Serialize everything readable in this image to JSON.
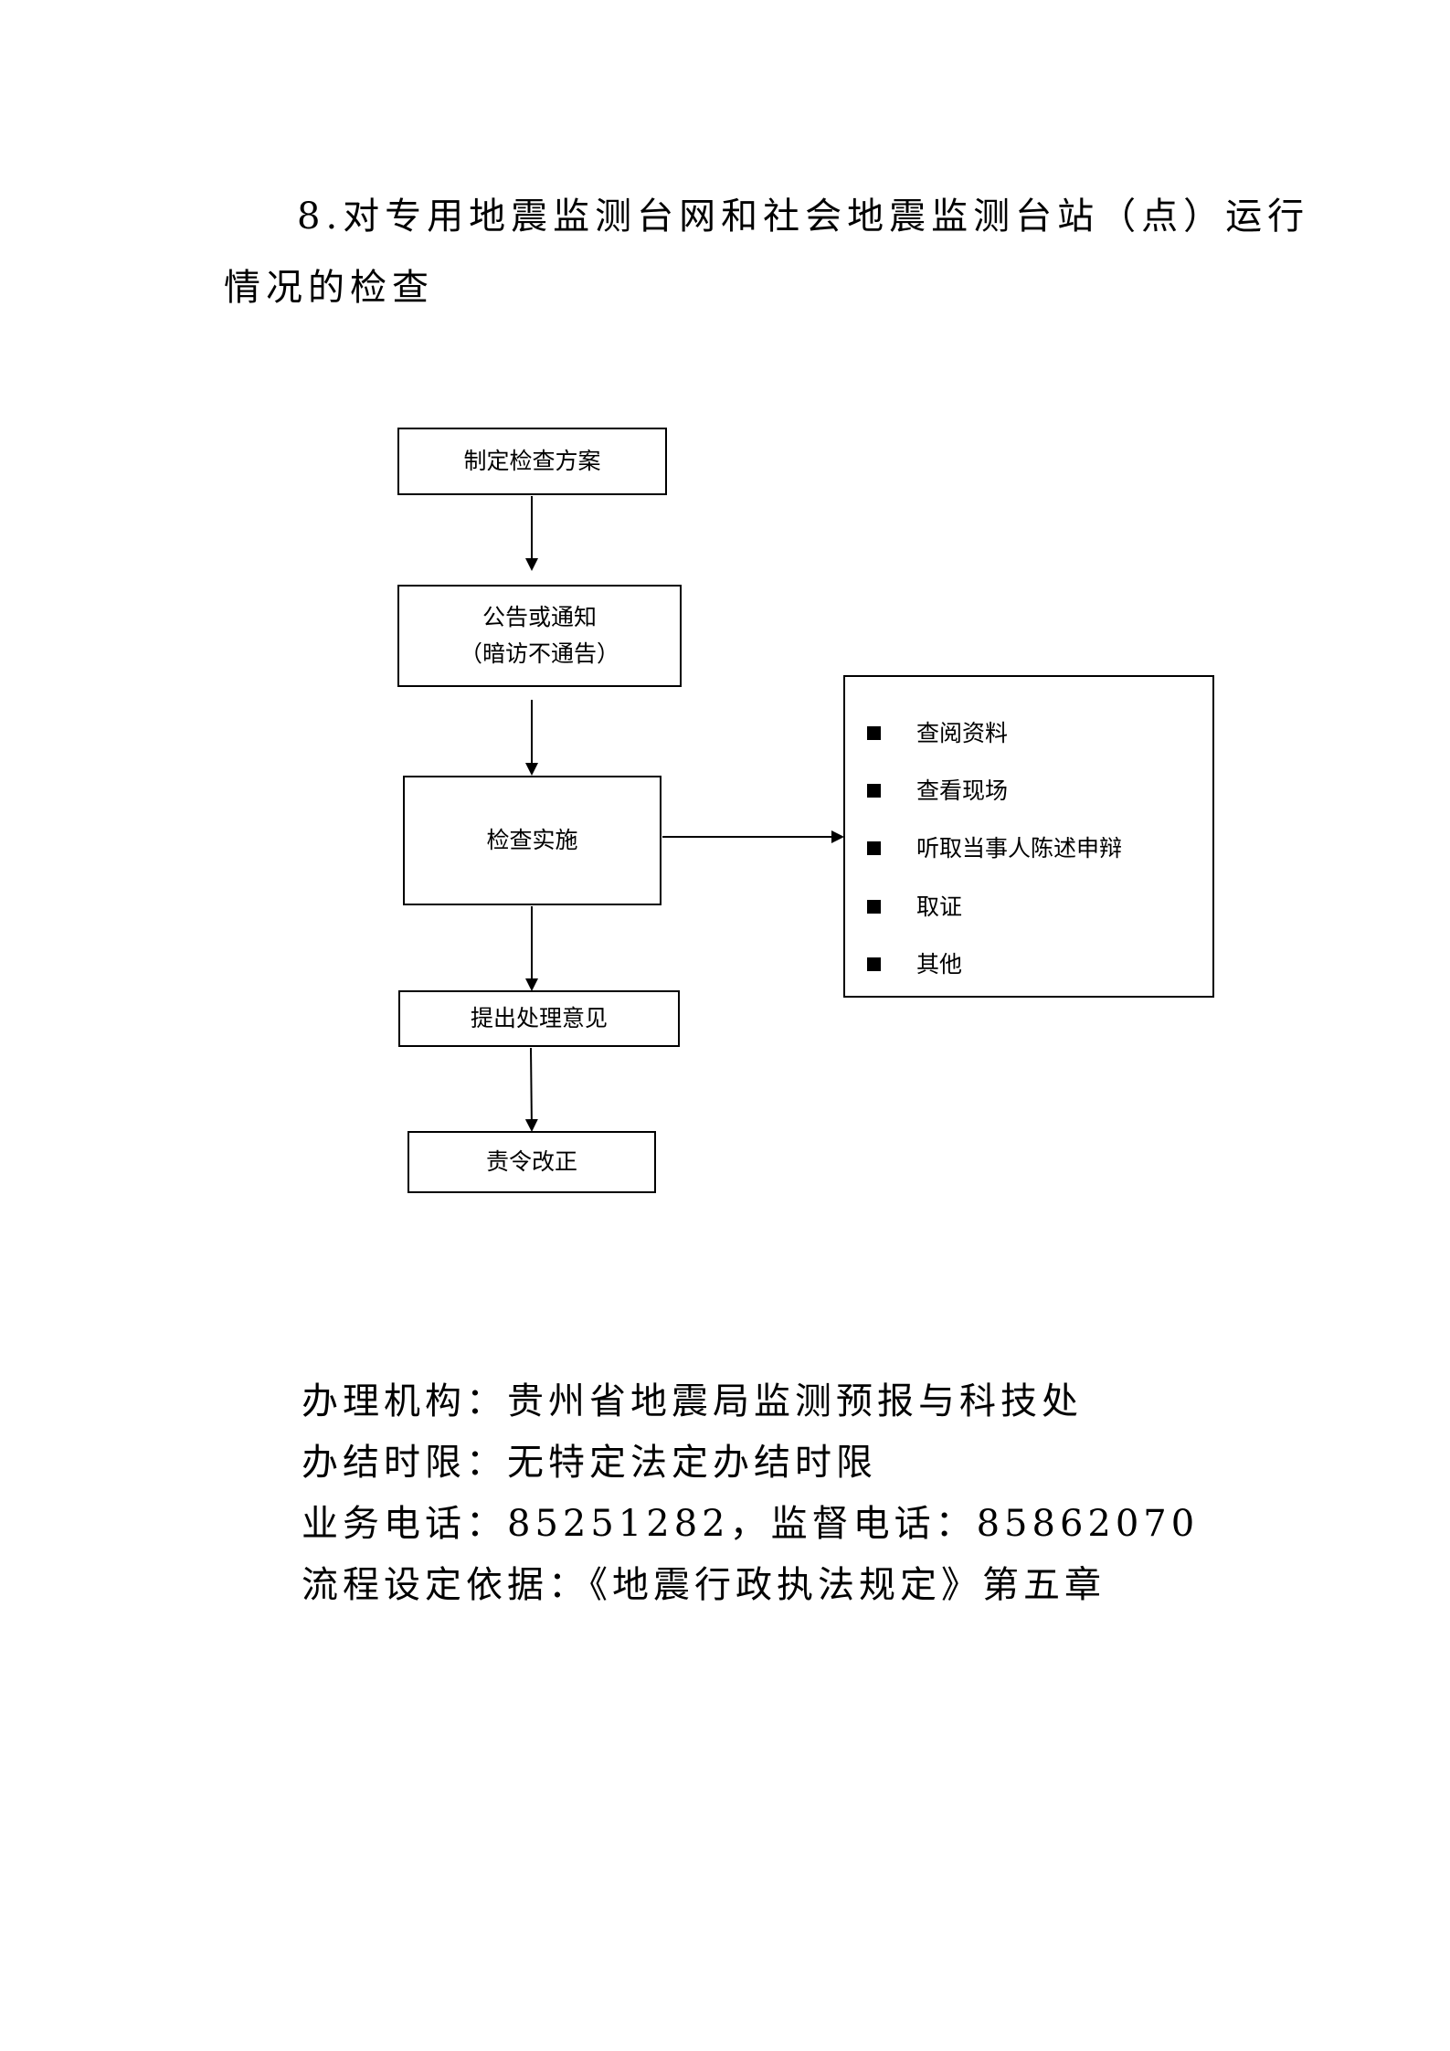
{
  "heading": {
    "line1": "8.对专用地震监测台网和社会地震监测台站（点）运行",
    "line2": "情况的检查"
  },
  "flowchart": {
    "step_plan": "制定检查方案",
    "step_notice": "公告或通知",
    "step_notice_note": "（暗访不通告）",
    "step_check": "检查实施",
    "step_opinion": "提出处理意见",
    "step_correct": "责令改正",
    "actions": [
      {
        "label": "查阅资料"
      },
      {
        "label": "查看现场"
      },
      {
        "label": "听取当事人陈述申辩"
      },
      {
        "label": "取证"
      },
      {
        "label": "其他"
      }
    ]
  },
  "info": {
    "agency": "办理机构：贵州省地震局监测预报与科技处",
    "time_limit": "办结时限：无特定法定办结时限",
    "phones": "业务电话：85251282，监督电话：85862070",
    "basis": "流程设定依据：《地震行政执法规定》第五章"
  }
}
